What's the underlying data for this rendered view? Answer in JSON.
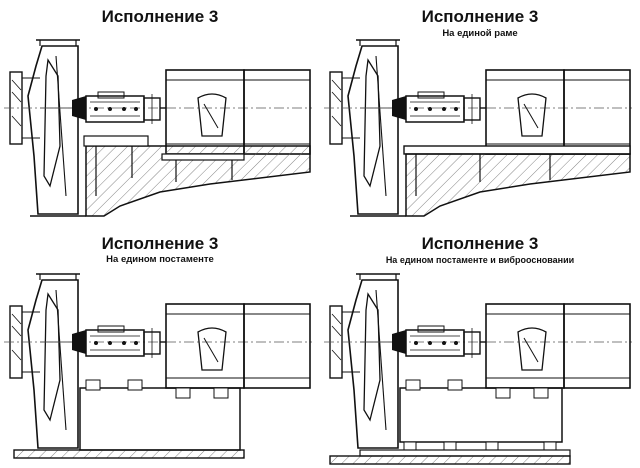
{
  "panels": [
    {
      "title": "Исполнение 3",
      "subtitle": ""
    },
    {
      "title": "Исполнение 3",
      "subtitle": "На единой раме"
    },
    {
      "title": "Исполнение 3",
      "subtitle": "На едином постаменте"
    },
    {
      "title": "Исполнение 3",
      "subtitle": "На едином постаменте и виброосновании"
    }
  ],
  "mounting_variants": [
    "foundation",
    "frame",
    "pedestal",
    "pedestal-vibration"
  ]
}
